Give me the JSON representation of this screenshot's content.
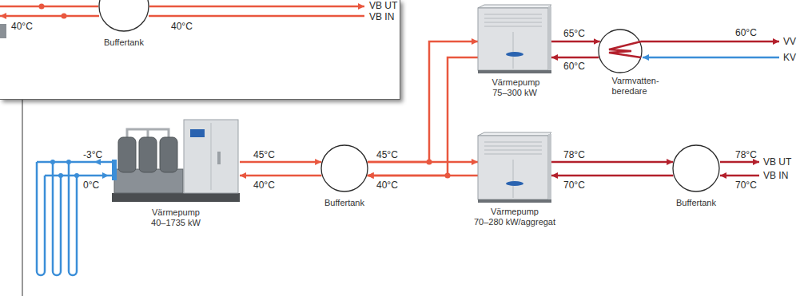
{
  "diagram": {
    "nodes": [
      {
        "text": [
          "Buffertank"
        ]
      },
      {
        "text": [
          "Värmepump 40–1735 kW"
        ]
      },
      {
        "text": [
          "Buffertank"
        ]
      },
      {
        "text": [
          "Värmepump 75–300 kW"
        ]
      },
      {
        "text": [
          "Varmvatten- beredare"
        ]
      },
      {
        "text": [
          "Värmepump 70–280 kW/aggregat"
        ]
      },
      {
        "text": [
          "Buffertank"
        ]
      }
    ],
    "edges": [
      {
        "from": 1,
        "to": 2,
        "label": "45°C",
        "arrow": "to"
      },
      {
        "from": 2,
        "to": 1,
        "label": "40°C",
        "arrow": "to"
      },
      {
        "from": 2,
        "to": 3,
        "arrow": "to"
      },
      {
        "from": 3,
        "to": 2,
        "arrow": "to"
      },
      {
        "from": 2,
        "to": 5,
        "label": "45°C",
        "arrow": "to"
      },
      {
        "from": 5,
        "to": 2,
        "label": "40°C",
        "arrow": "to"
      },
      {
        "from": 3,
        "to": 4,
        "label": "65°C",
        "arrow": "to"
      },
      {
        "from": 4,
        "to": 3,
        "label": "60°C",
        "arrow": "to"
      },
      {
        "from": 5,
        "to": 6,
        "label": "78°C",
        "arrow": "to"
      },
      {
        "from": 6,
        "to": 5,
        "label": "70°C",
        "arrow": "to"
      }
    ],
    "labels": [
      "40°C",
      "40°C",
      "VB UT",
      "VB IN",
      "-3°C",
      "0°C",
      "60°C",
      "VV",
      "KV",
      "78°C",
      "70°C",
      "VB UT",
      "VB IN"
    ]
  }
}
